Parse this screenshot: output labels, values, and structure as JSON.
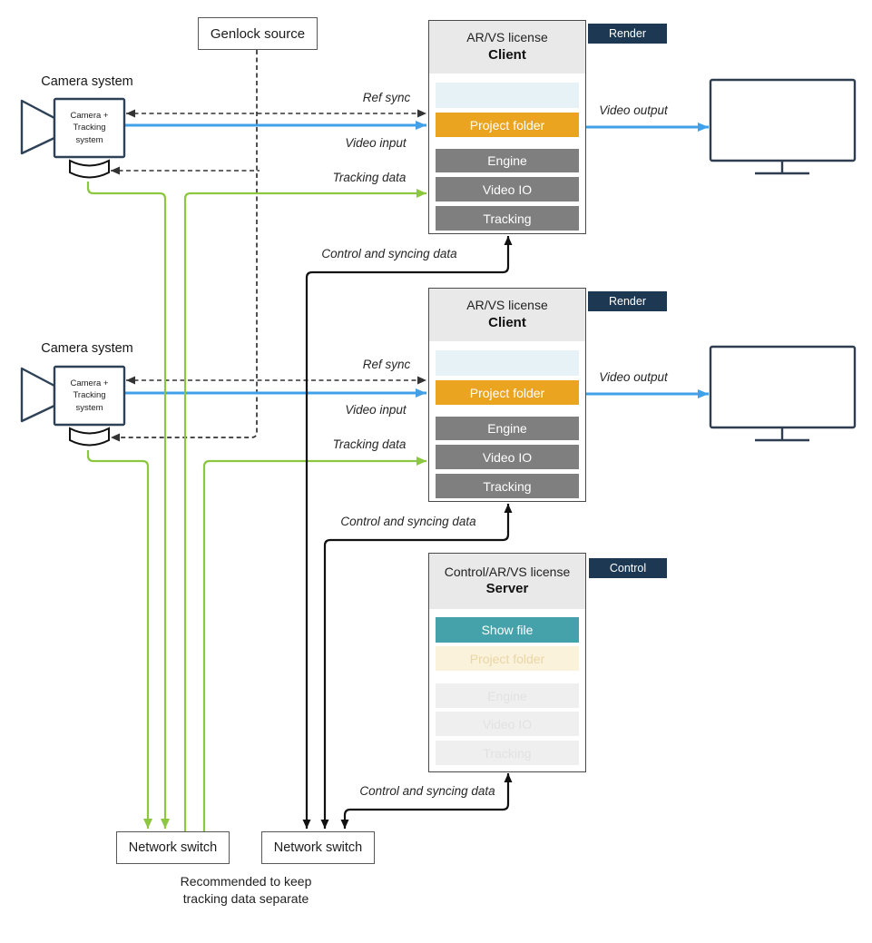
{
  "genlock": {
    "label": "Genlock source"
  },
  "cameras": [
    {
      "title": "Camera system",
      "device": "Camera +\nTracking\nsystem"
    },
    {
      "title": "Camera system",
      "device": "Camera +\nTracking\nsystem"
    }
  ],
  "clients": [
    {
      "license": "AR/VS license",
      "role": "Client",
      "tag": "Render",
      "rows": {
        "project": "Project folder",
        "engine": "Engine",
        "video_io": "Video IO",
        "tracking": "Tracking"
      }
    },
    {
      "license": "AR/VS license",
      "role": "Client",
      "tag": "Render",
      "rows": {
        "project": "Project folder",
        "engine": "Engine",
        "video_io": "Video IO",
        "tracking": "Tracking"
      }
    }
  ],
  "server": {
    "license": "Control/AR/VS license",
    "role": "Server",
    "tag": "Control",
    "rows": {
      "show_file": "Show file",
      "project": "Project folder",
      "engine": "Engine",
      "video_io": "Video IO",
      "tracking": "Tracking"
    }
  },
  "edge_labels": {
    "ref_sync": "Ref sync",
    "video_input": "Video input",
    "tracking_data": "Tracking data",
    "video_output": "Video output",
    "control_sync": "Control and syncing data"
  },
  "switches": [
    {
      "label": "Network switch"
    },
    {
      "label": "Network switch"
    }
  ],
  "note": "Recommended to keep\ntracking data separate",
  "colors": {
    "accent_blue": "#42a0e8",
    "accent_green": "#8dc63f",
    "amber_row": "#eaa41f",
    "gray_row": "#7f7f7f",
    "teal_row": "#46a2aa",
    "tag_navy": "#1d3852",
    "faded_amber_bg": "#fbf2dc",
    "pale_blue_row": "#e7f2f6"
  }
}
